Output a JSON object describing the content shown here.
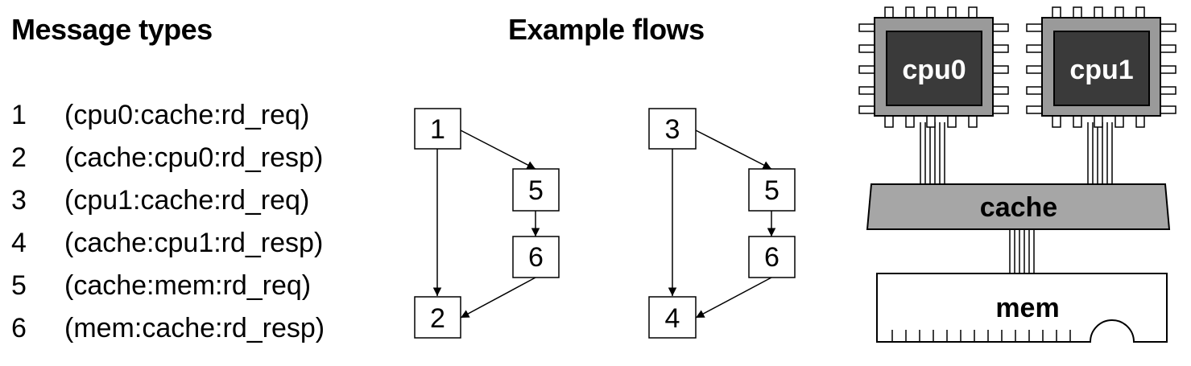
{
  "message_types": {
    "title": "Message types",
    "items": [
      {
        "num": "1",
        "text": "(cpu0:cache:rd_req)"
      },
      {
        "num": "2",
        "text": "(cache:cpu0:rd_resp)"
      },
      {
        "num": "3",
        "text": "(cpu1:cache:rd_req)"
      },
      {
        "num": "4",
        "text": "(cache:cpu1:rd_resp)"
      },
      {
        "num": "5",
        "text": "(cache:mem:rd_req)"
      },
      {
        "num": "6",
        "text": "(mem:cache:rd_resp)"
      }
    ]
  },
  "example_flows": {
    "title": "Example flows",
    "flow_a": {
      "start": "1",
      "mid1": "5",
      "mid2": "6",
      "end": "2"
    },
    "flow_b": {
      "start": "3",
      "mid1": "5",
      "mid2": "6",
      "end": "4"
    }
  },
  "hardware": {
    "cpu0": "cpu0",
    "cpu1": "cpu1",
    "cache": "cache",
    "mem": "mem"
  },
  "colors": {
    "chip_die": "#3a3a3a",
    "chip_body": "#9a9a9a",
    "cache_fill": "#a6a6a6",
    "line": "#000000"
  }
}
